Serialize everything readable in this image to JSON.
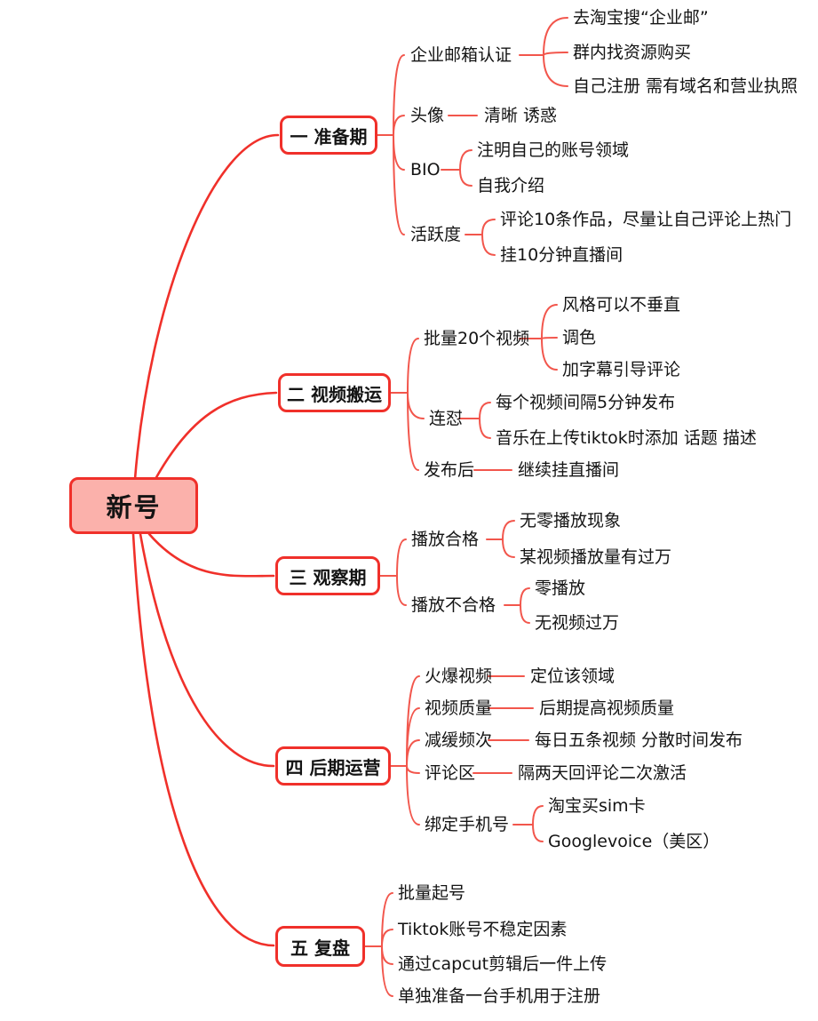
{
  "title": "新号运营思维导图",
  "colors": {
    "accent_red": "#f0302a",
    "line_red": "#f2564c",
    "root_fill": "#fbb1ab",
    "text": "#141414",
    "background": "#ffffff"
  },
  "root": {
    "label": "新号"
  },
  "branches": [
    {
      "label": "一 准备期",
      "children": [
        {
          "label": "企业邮箱认证",
          "children": [
            {
              "label": "去淘宝搜“企业邮”"
            },
            {
              "label": "群内找资源购买"
            },
            {
              "label": "自己注册 需有域名和营业执照"
            }
          ]
        },
        {
          "label": "头像",
          "children": [
            {
              "label": "清晰 诱惑"
            }
          ]
        },
        {
          "label": "BIO",
          "children": [
            {
              "label": "注明自己的账号领域"
            },
            {
              "label": "自我介绍"
            }
          ]
        },
        {
          "label": "活跃度",
          "children": [
            {
              "label": "评论10条作品，尽量让自己评论上热门"
            },
            {
              "label": "挂10分钟直播间"
            }
          ]
        }
      ]
    },
    {
      "label": "二 视频搬运",
      "children": [
        {
          "label": "批量20个视频",
          "children": [
            {
              "label": "风格可以不垂直"
            },
            {
              "label": "调色"
            },
            {
              "label": "加字幕引导评论"
            }
          ]
        },
        {
          "label": "连怼",
          "children": [
            {
              "label": "每个视频间隔5分钟发布"
            },
            {
              "label": "音乐在上传tiktok时添加 话题 描述"
            }
          ]
        },
        {
          "label": "发布后",
          "children": [
            {
              "label": "继续挂直播间"
            }
          ]
        }
      ]
    },
    {
      "label": "三 观察期",
      "children": [
        {
          "label": "播放合格",
          "children": [
            {
              "label": "无零播放现象"
            },
            {
              "label": "某视频播放量有过万"
            }
          ]
        },
        {
          "label": "播放不合格",
          "children": [
            {
              "label": "零播放"
            },
            {
              "label": "无视频过万"
            }
          ]
        }
      ]
    },
    {
      "label": "四 后期运营",
      "children": [
        {
          "label": "火爆视频",
          "children": [
            {
              "label": "定位该领域"
            }
          ]
        },
        {
          "label": "视频质量",
          "children": [
            {
              "label": "后期提高视频质量"
            }
          ]
        },
        {
          "label": "减缓频次",
          "children": [
            {
              "label": "每日五条视频 分散时间发布"
            }
          ]
        },
        {
          "label": "评论区",
          "children": [
            {
              "label": "隔两天回评论二次激活"
            }
          ]
        },
        {
          "label": "绑定手机号",
          "children": [
            {
              "label": "淘宝买sim卡"
            },
            {
              "label": "Googlevoice（美区）"
            }
          ]
        }
      ]
    },
    {
      "label": "五 复盘",
      "children": [
        {
          "label": "批量起号"
        },
        {
          "label": "Tiktok账号不稳定因素"
        },
        {
          "label": "通过capcut剪辑后一件上传"
        },
        {
          "label": "单独准备一台手机用于注册"
        }
      ]
    }
  ]
}
